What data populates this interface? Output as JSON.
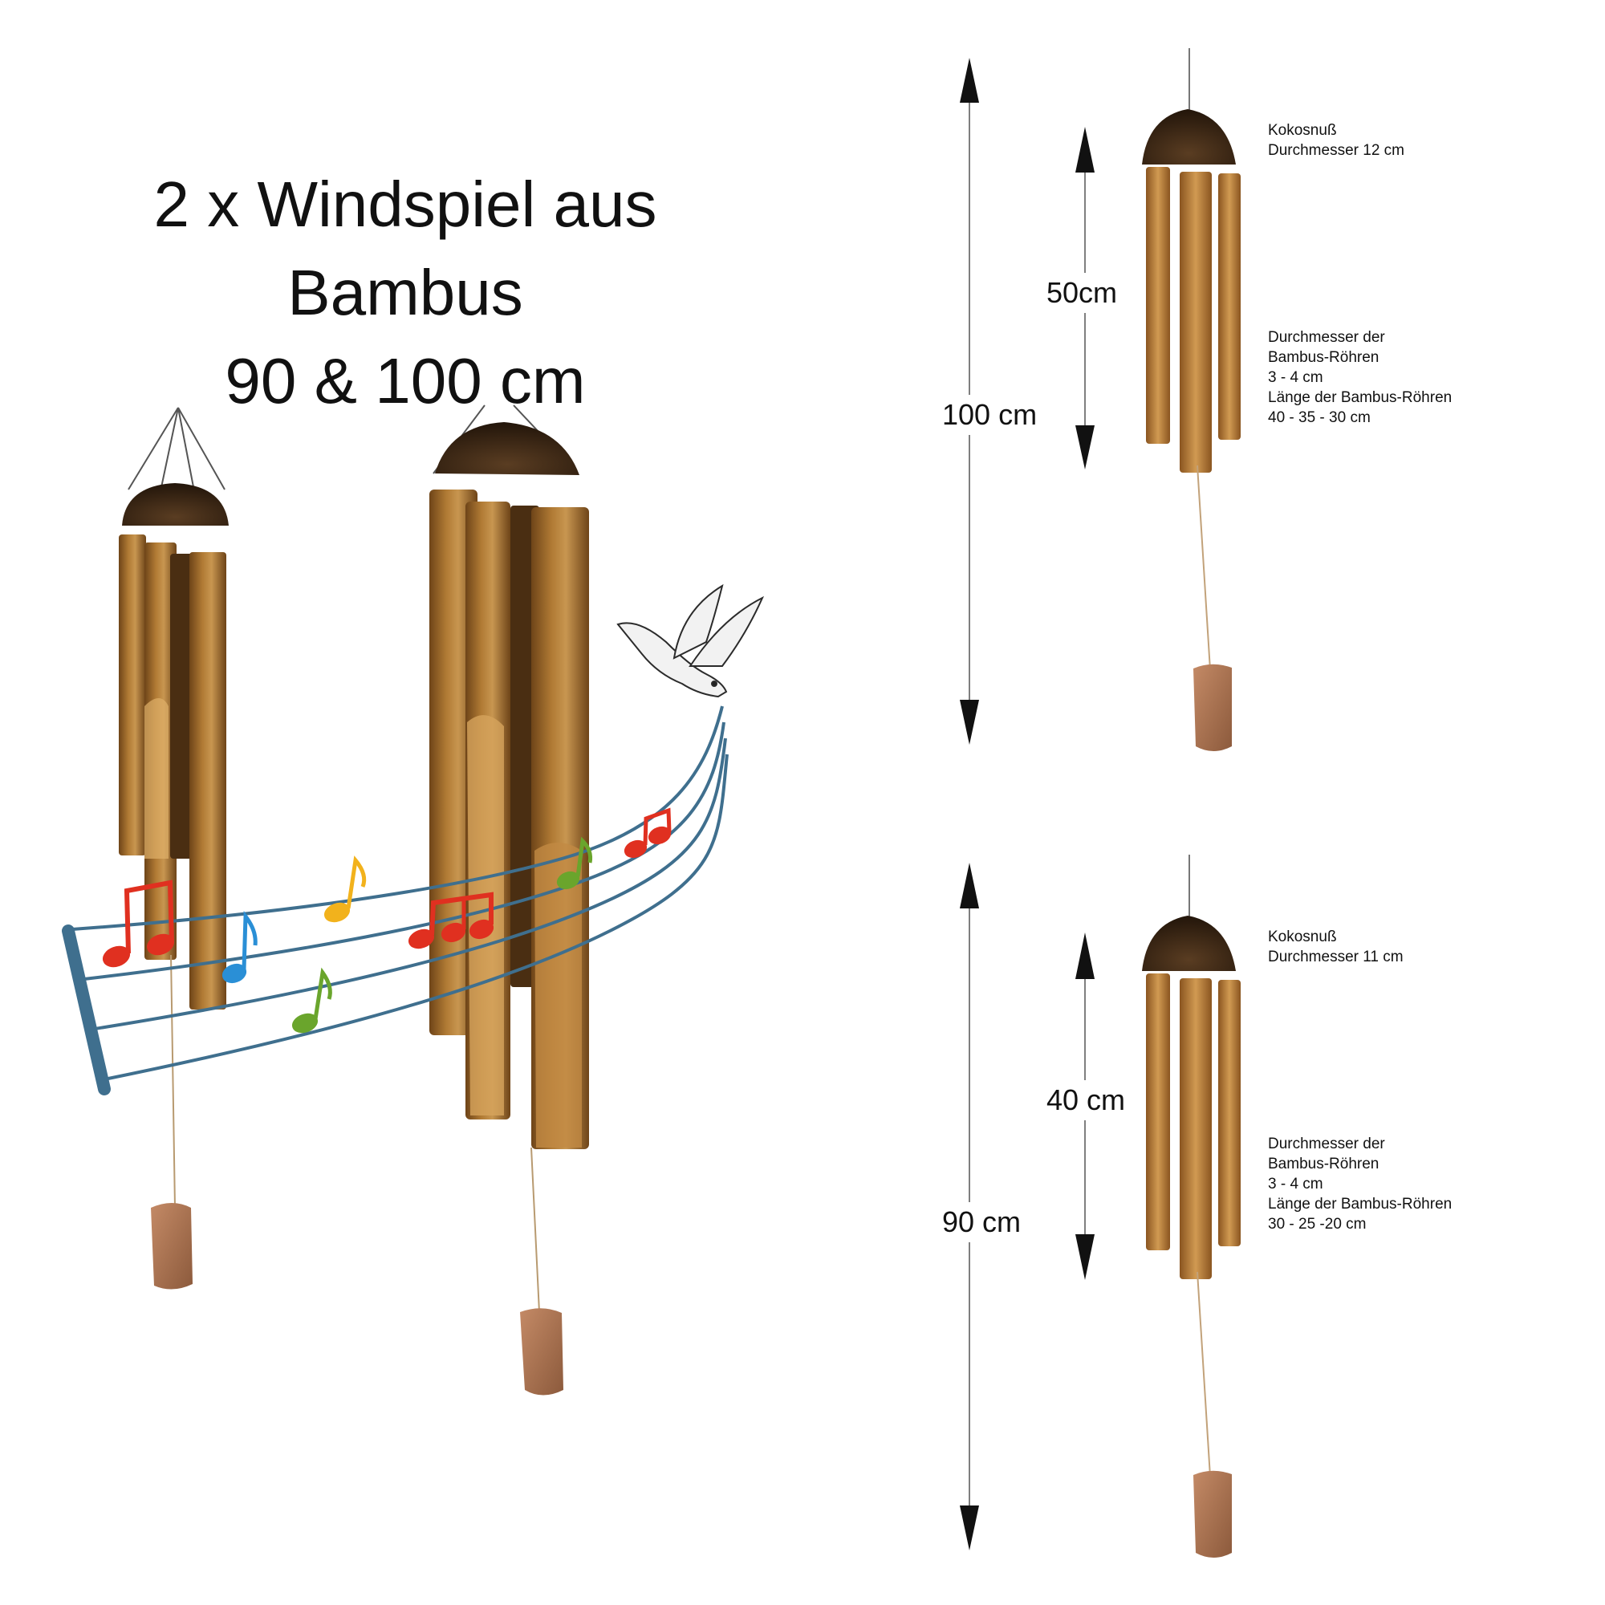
{
  "title": {
    "line1": "2 x Windspiel aus Bambus",
    "line2": "90 & 100 cm"
  },
  "chimes": [
    {
      "total_length": "100 cm",
      "tube_section": "50cm",
      "coconut_label": "Kokosnuß",
      "coconut_diameter": "Durchmesser 12 cm",
      "tube_diameter_label_1": "Durchmesser der",
      "tube_diameter_label_2": "Bambus-Röhren",
      "tube_diameter_value": "3 - 4 cm",
      "tube_length_label": "Länge der Bambus-Röhren",
      "tube_length_value": "40 - 35 - 30 cm"
    },
    {
      "total_length": "90 cm",
      "tube_section": "40 cm",
      "coconut_label": "Kokosnuß",
      "coconut_diameter": "Durchmesser 11 cm",
      "tube_diameter_label_1": "Durchmesser der",
      "tube_diameter_label_2": "Bambus-Röhren",
      "tube_diameter_value": "3 - 4 cm",
      "tube_length_label": "Länge der Bambus-Röhren",
      "tube_length_value": "30 - 25 -20 cm"
    }
  ],
  "colors": {
    "bamboo": "#a8742e",
    "bamboo_dark": "#6e4418",
    "coconut": "#3a2614",
    "staff": "#3f6f8e",
    "note_red": "#e03020",
    "note_blue": "#2a8fd6",
    "note_yellow": "#f2b21c",
    "note_green": "#6aa52c"
  }
}
